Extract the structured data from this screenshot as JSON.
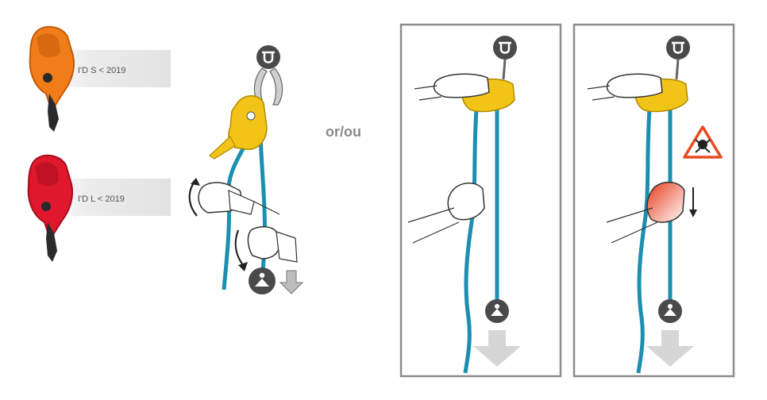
{
  "devices": [
    {
      "label": "I'D S < 2019",
      "color": "#f07d1a",
      "color_dark": "#c55a0a"
    },
    {
      "label": "I'D L < 2019",
      "color": "#e0182d",
      "color_dark": "#a50d1d"
    }
  ],
  "separator_text": "or/ou",
  "colors": {
    "rope": "#1a8fb0",
    "rope_dark": "#0e6a85",
    "device_yellow": "#f2c418",
    "panel_border": "#8c8c8c",
    "arrow_grey": "#d6d6d6",
    "anchor_icon": "#4a4a4a",
    "danger_red": "#e64a1e"
  },
  "icons": {
    "anchor": "anchor-icon",
    "load": "load-icon",
    "danger": "danger-skull-icon"
  }
}
